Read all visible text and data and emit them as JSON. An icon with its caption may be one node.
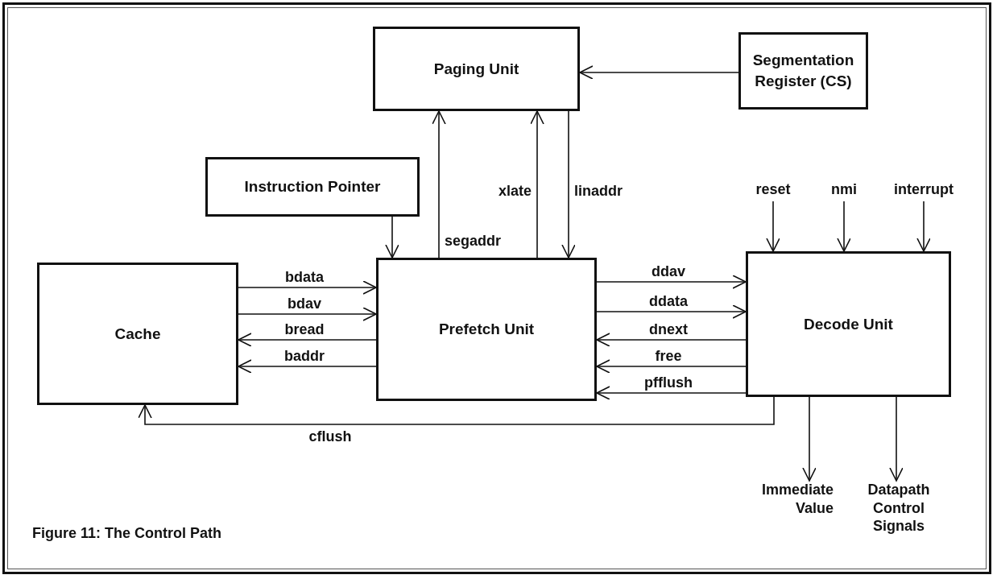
{
  "diagram": {
    "caption": "Figure 11: The Control Path",
    "nodes": [
      {
        "text": [
          "Paging Unit"
        ]
      },
      {
        "text": [
          "Segmentation Register (CS)"
        ]
      },
      {
        "text": [
          "Instruction Pointer"
        ]
      },
      {
        "text": [
          "Cache"
        ]
      },
      {
        "text": [
          "Prefetch Unit"
        ]
      },
      {
        "text": [
          "Decode Unit"
        ]
      },
      {
        "text": [
          "reset"
        ]
      },
      {
        "text": [
          "nmi"
        ]
      },
      {
        "text": [
          "interrupt"
        ]
      },
      {
        "text": [
          "Immediate Value"
        ]
      },
      {
        "text": [
          "Datapath Control Signals"
        ]
      }
    ],
    "edges": [
      {
        "from": 1,
        "to": 0,
        "arrow": "to"
      },
      {
        "from": 4,
        "to": 0,
        "arrow": "to",
        "label": "segaddr"
      },
      {
        "from": 4,
        "to": 0,
        "arrow": "to",
        "label": "xlate"
      },
      {
        "from": 0,
        "to": 4,
        "arrow": "to",
        "label": "linaddr"
      },
      {
        "from": 2,
        "to": 4,
        "arrow": "to"
      },
      {
        "from": 3,
        "to": 4,
        "arrow": "to",
        "label": "bdata"
      },
      {
        "from": 3,
        "to": 4,
        "arrow": "to",
        "label": "bdav"
      },
      {
        "from": 4,
        "to": 3,
        "arrow": "to",
        "label": "bread"
      },
      {
        "from": 4,
        "to": 3,
        "arrow": "to",
        "label": "baddr"
      },
      {
        "from": 4,
        "to": 5,
        "arrow": "to",
        "label": "ddav"
      },
      {
        "from": 4,
        "to": 5,
        "arrow": "to",
        "label": "ddata"
      },
      {
        "from": 5,
        "to": 4,
        "arrow": "to",
        "label": "dnext"
      },
      {
        "from": 5,
        "to": 4,
        "arrow": "to",
        "label": "free"
      },
      {
        "from": 5,
        "to": 4,
        "arrow": "to",
        "label": "pfflush"
      },
      {
        "from": 5,
        "to": 3,
        "arrow": "to",
        "label": "cflush"
      },
      {
        "from": 6,
        "to": 5,
        "arrow": "to"
      },
      {
        "from": 7,
        "to": 5,
        "arrow": "to"
      },
      {
        "from": 8,
        "to": 5,
        "arrow": "to"
      },
      {
        "from": 5,
        "to": 9,
        "arrow": "to"
      },
      {
        "from": 5,
        "to": 10,
        "arrow": "to"
      }
    ]
  }
}
